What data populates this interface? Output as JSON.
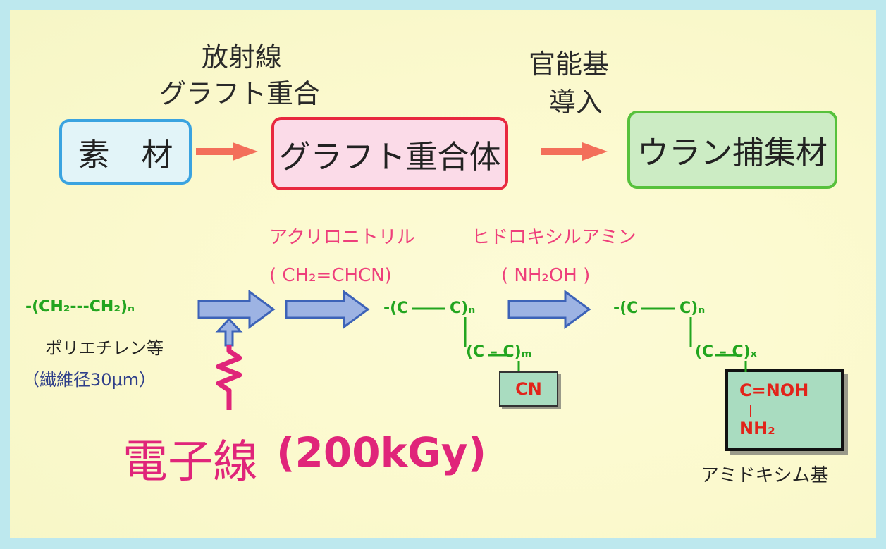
{
  "top": {
    "step1_label_line1": "放射線",
    "step1_label_line2": "グラフト重合",
    "step2_label_line1": "官能基",
    "step2_label_line2": "導入",
    "box1": "素　材",
    "box2": "グラフト重合体",
    "box3": "ウラン捕集材"
  },
  "reagents": {
    "r1_name": "アクリロニトリル",
    "r1_formula": "( CH₂=CHCN)",
    "r2_name": "ヒドロキシルアミン",
    "r2_formula": "( NH₂OH )"
  },
  "chemistry": {
    "polyethylene": "-(CH₂---CH₂)ₙ",
    "polyethylene_note": "ポリエチレン等",
    "fiber_note": "（繊維径30μm）",
    "backbone_left_C": "-(C",
    "backbone_right_C": "C)ₙ",
    "graft_chain": "(C – C)ₘ",
    "graft_chain_x": "(C – C)ₓ",
    "cn_group": "CN",
    "amidoxime_line1": "C=NOH",
    "amidoxime_line2": "NH₂",
    "amidoxime_label": "アミドキシム基"
  },
  "radiation": {
    "label_jp": "電子線",
    "label_dose": "(200kGy)"
  },
  "colors": {
    "box1_border": "#3aa3e0",
    "box1_fill": "#e2f4f8",
    "box2_border": "#e8283f",
    "box2_fill": "#fbdbe8",
    "box3_border": "#57c13c",
    "box3_fill": "#ccecc4",
    "chem_green": "#22a51f",
    "reagent_pink": "#ee3f7b",
    "radiation_magenta": "#e0257a",
    "arrow_orange": "#f36f5a",
    "arrow_blue": "#3d63b8"
  }
}
